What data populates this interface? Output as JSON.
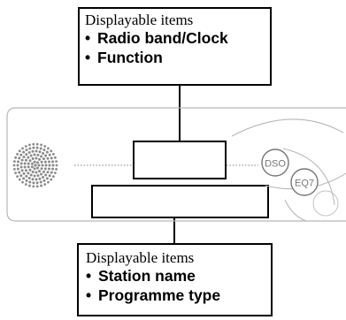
{
  "top_callout": {
    "heading": "Displayable items",
    "items": [
      "Radio band/Clock",
      "Function"
    ]
  },
  "bottom_callout": {
    "heading": "Displayable items",
    "items": [
      "Station name",
      "Programme type"
    ]
  },
  "panel_buttons": {
    "dso_label": "DSO",
    "eq_label": "EQ7"
  }
}
